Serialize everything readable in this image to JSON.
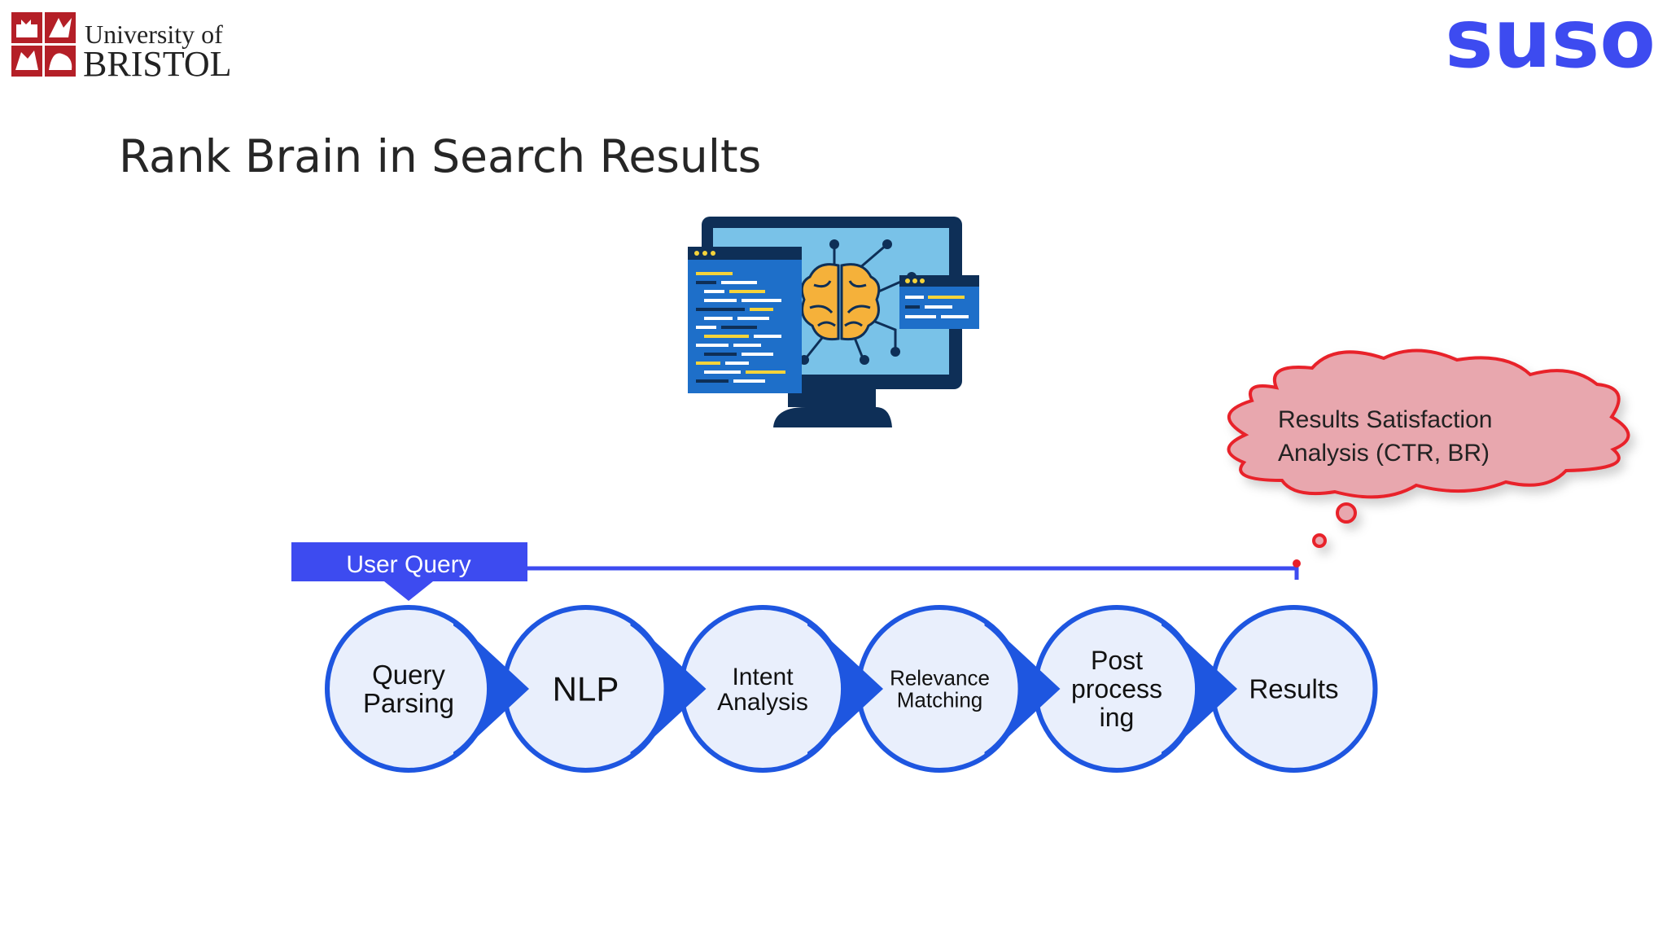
{
  "header": {
    "university_line1": "University of",
    "university_line2": "BRISTOL",
    "brand": "suso"
  },
  "slide": {
    "title": "Rank Brain in Search Results"
  },
  "flow": {
    "input_label": "User Query",
    "feedback_label": [
      "Results Satisfaction",
      "Analysis (CTR, BR)"
    ],
    "steps": [
      {
        "lines": [
          "Query",
          "Parsing"
        ]
      },
      {
        "lines": [
          "NLP"
        ]
      },
      {
        "lines": [
          "Intent",
          "Analysis"
        ]
      },
      {
        "lines": [
          "Relevance",
          "Matching"
        ]
      },
      {
        "lines": [
          "Post",
          "process",
          "ing"
        ]
      },
      {
        "lines": [
          "Results"
        ]
      }
    ]
  },
  "colors": {
    "accent_blue": "#3d4bf0",
    "circle_stroke": "#1e56e0",
    "circle_fill": "#e9effc",
    "cloud_fill": "#e8a7ae",
    "cloud_stroke": "#e8202a",
    "bristol_red": "#b41f27"
  },
  "icons": {
    "illustration": "monitor-brain-illustration-icon"
  }
}
